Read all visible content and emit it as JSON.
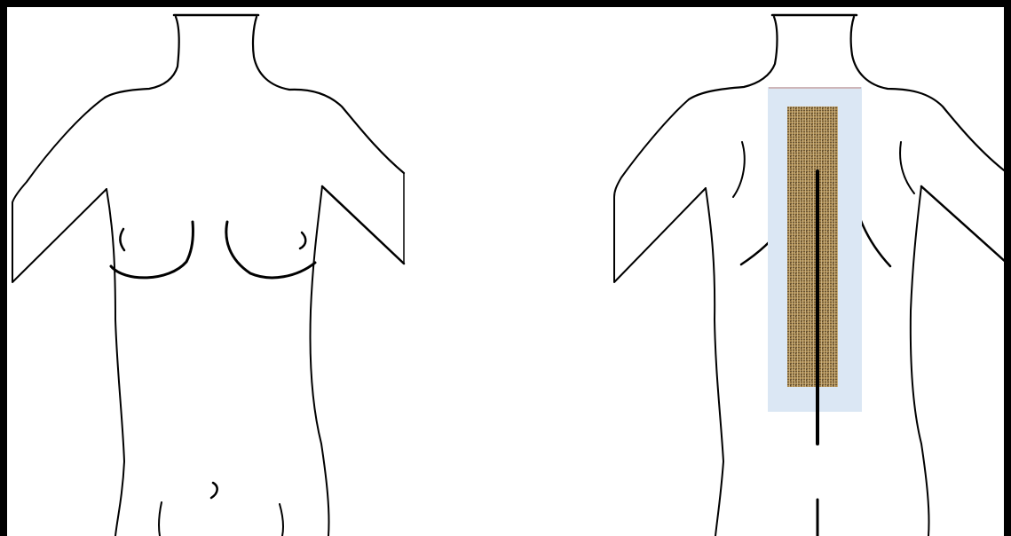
{
  "diagram": {
    "views": [
      {
        "id": "front",
        "label": ""
      },
      {
        "id": "back",
        "label": ""
      }
    ],
    "colors": {
      "frame": "#000000",
      "outline": "#000000",
      "background": "#ffffff",
      "pad_outer": "#dbe7f4",
      "pad_inner_base": "#a8884f",
      "pad_inner_dark": "#6b5430",
      "pad_inner_light": "#d2bd8f",
      "spine_line": "#111111"
    },
    "overlay": {
      "description_visible": false,
      "pad_outer": "light-blue-rectangle",
      "pad_inner": "woven-burlap-texture-strip"
    }
  }
}
